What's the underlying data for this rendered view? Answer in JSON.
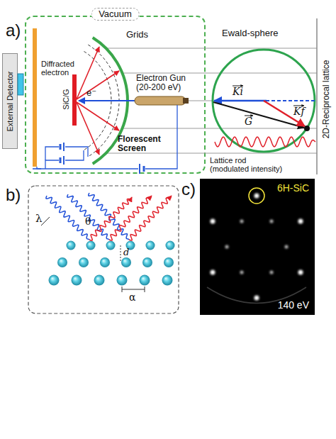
{
  "diagram": {
    "nodes": [
      {
        "text": [
          "Vacuum"
        ]
      },
      {
        "text": [
          "External Detector"
        ]
      },
      {
        "text": [
          "6H-SiC",
          "140 eV"
        ]
      }
    ],
    "labels": [
      "a)",
      "Grids",
      "Diffracted electron",
      "SiC/G",
      "e⁻",
      "Electron Gun (20-200 eV)",
      "Florescent Screen",
      "Ewald-sphere",
      "Ki",
      "G",
      "Kf",
      "Lattice rod (modulated intensity)",
      "2D-Reciprocal lattice",
      "b)",
      "λ",
      "θ",
      "d",
      "α",
      "c)"
    ]
  }
}
